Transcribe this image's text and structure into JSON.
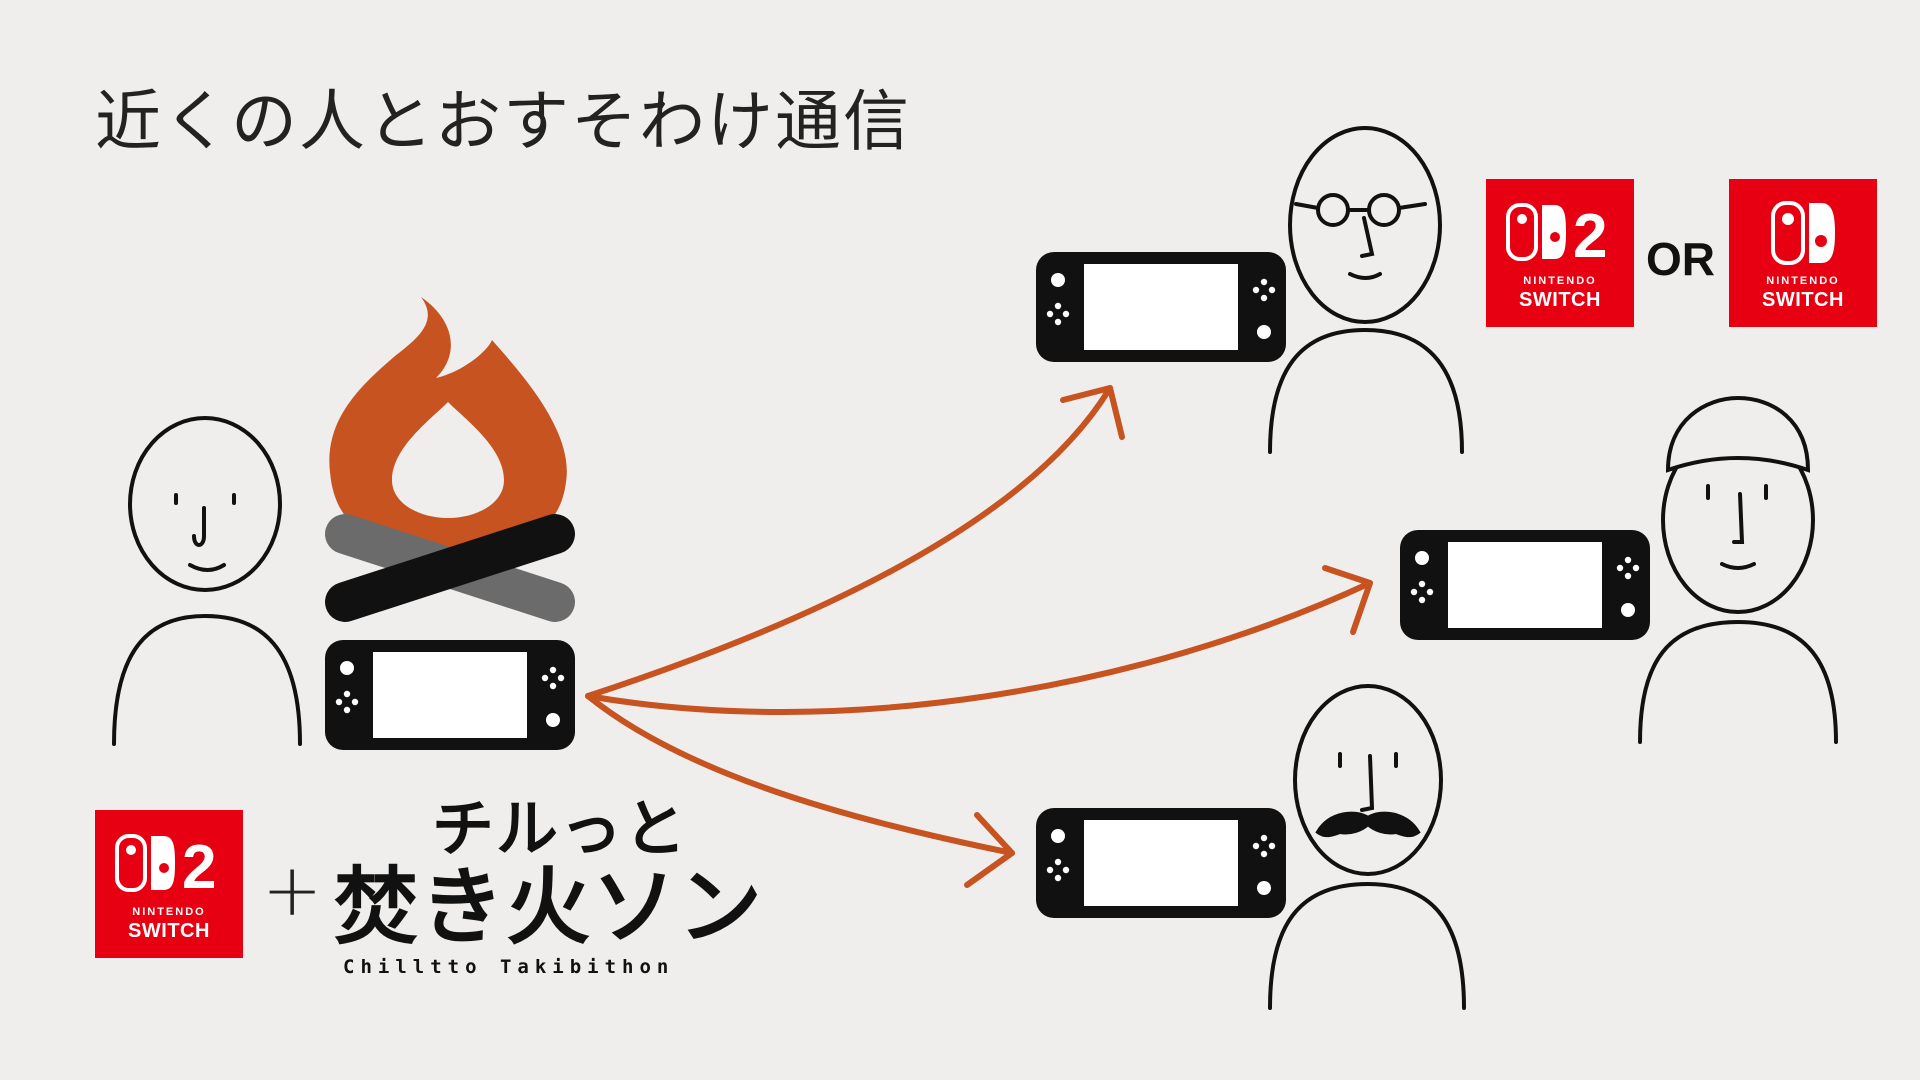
{
  "title": "近くの人とおすそわけ通信",
  "connector": "OR",
  "plus": "+",
  "logos": {
    "switch2": {
      "line1": "NINTENDO",
      "line2": "SWITCH",
      "number": "2"
    },
    "switch1": {
      "line1": "NINTENDO",
      "line2": "SWITCH"
    }
  },
  "game": {
    "title_line1": "チルっと",
    "title_line2": "焚き火ソン",
    "title_en": "Chilltto Takibithon"
  },
  "colors": {
    "accent": "#c65320",
    "brand_red": "#e60012",
    "background": "#efeeec",
    "ink": "#111111",
    "log_grey": "#6b6b6b"
  }
}
